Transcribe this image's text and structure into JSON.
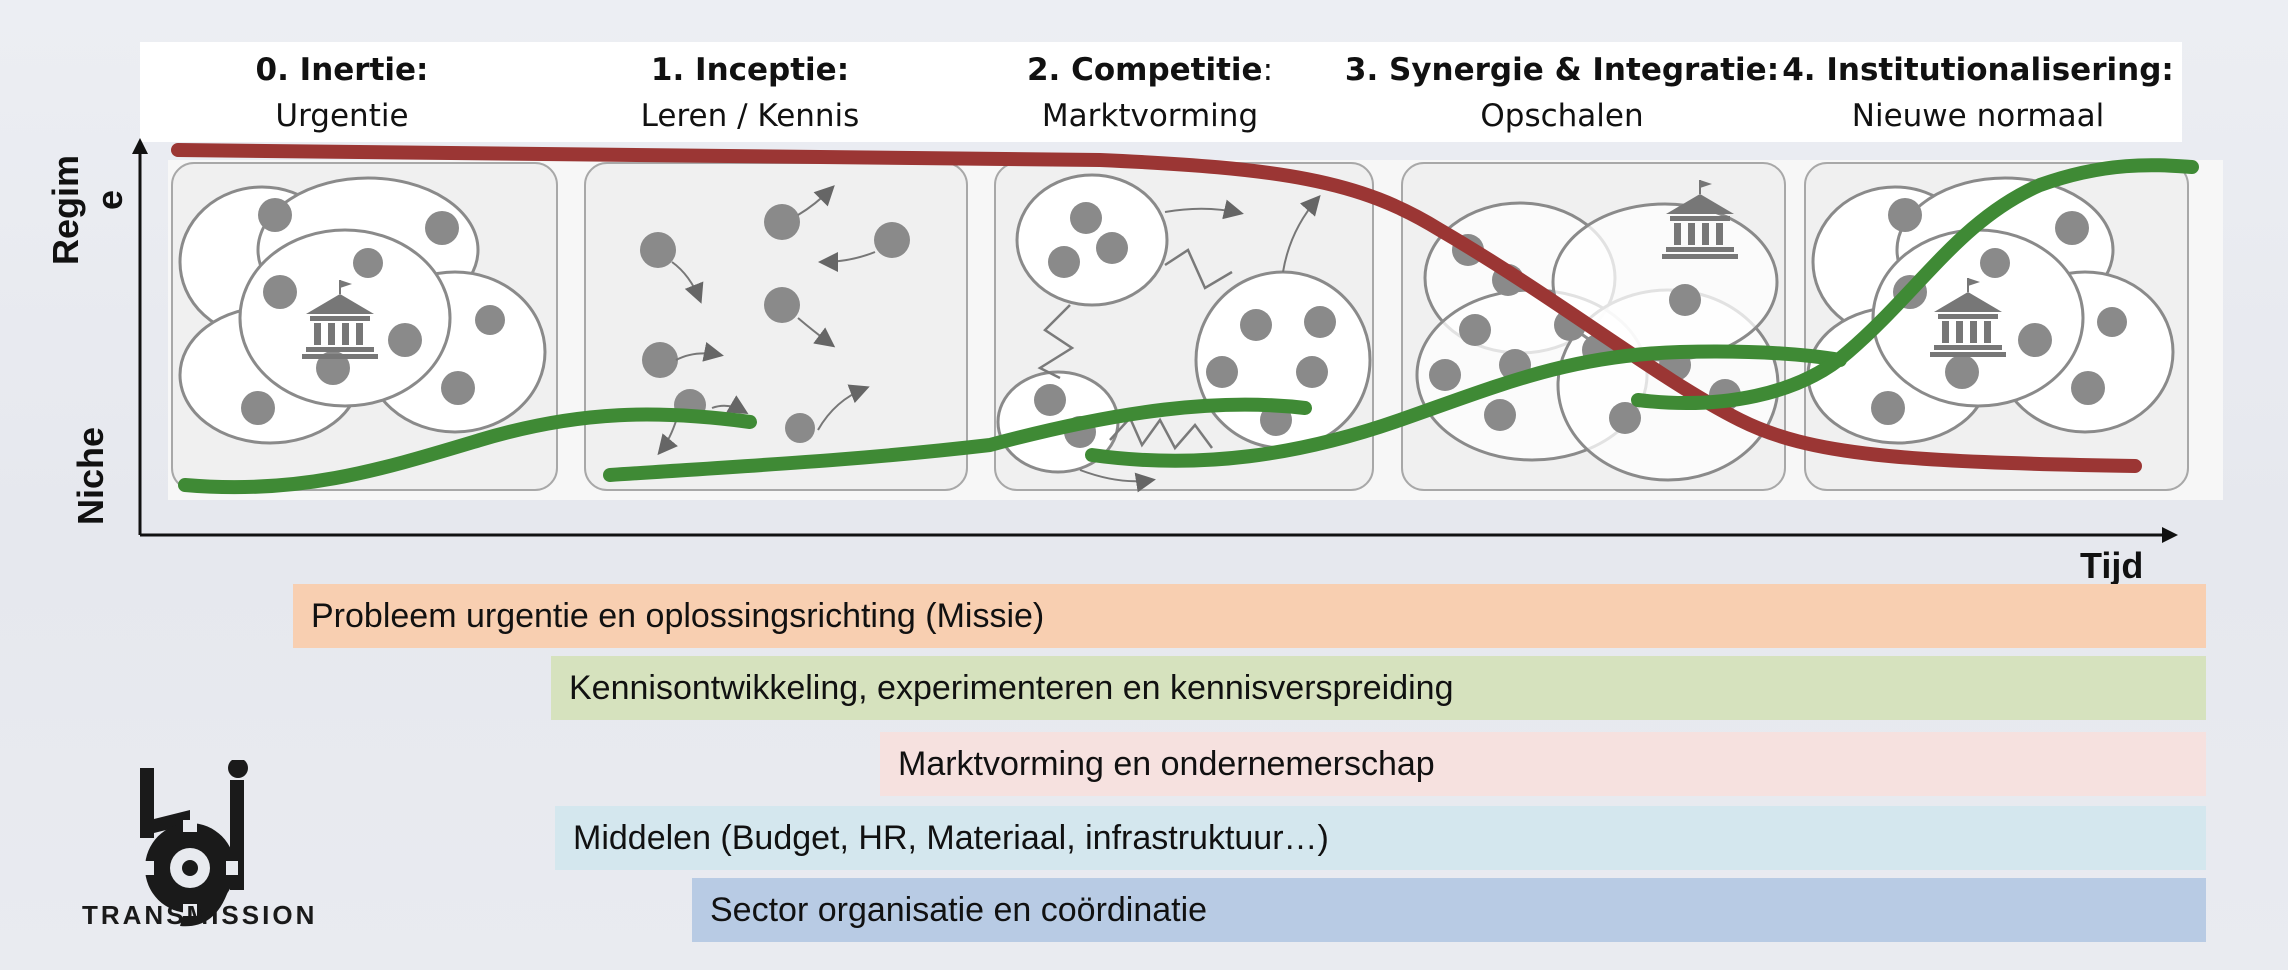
{
  "phases": [
    {
      "title": "0. Inertie:",
      "subtitle": "Urgentie"
    },
    {
      "title": "1. Inceptie:",
      "subtitle": "Leren / Kennis"
    },
    {
      "title": "2. Competitie",
      "title_suffix": ":",
      "subtitle": "Marktvorming"
    },
    {
      "title": "3. Synergie & Integratie:",
      "subtitle": "Opschalen"
    },
    {
      "title": "4. Institutionalisering:",
      "subtitle": "Nieuwe normaal"
    }
  ],
  "axes": {
    "y_top_line1": "Regim",
    "y_top_line2": "e",
    "y_bottom": "Niche",
    "x": "Tijd"
  },
  "bands": [
    {
      "label": "Probleem urgentie en oplossingsrichting (Missie)",
      "color": "#f8cfb1"
    },
    {
      "label": "Kennisontwikkeling, experimenteren en kennisverspreiding",
      "color": "#d6e2be"
    },
    {
      "label": "Marktvorming en ondernemerschap",
      "color": "#f6e1df"
    },
    {
      "label": "Middelen (Budget, HR, Materiaal, infrastruktuur…)",
      "color": "#d4e7ee"
    },
    {
      "label": "Sector organisatie en coördinatie",
      "color": "#b8cbe4"
    }
  ],
  "logo": {
    "text": "TRANSMISSION",
    "icon": "transmission-gear-logo"
  },
  "colors": {
    "regime_line": "#9b3634",
    "niche_line": "#3f8a35",
    "cell_fill": "#f0f0f0",
    "dot": "#8a8a8a"
  },
  "icons": [
    "institution-icon"
  ]
}
